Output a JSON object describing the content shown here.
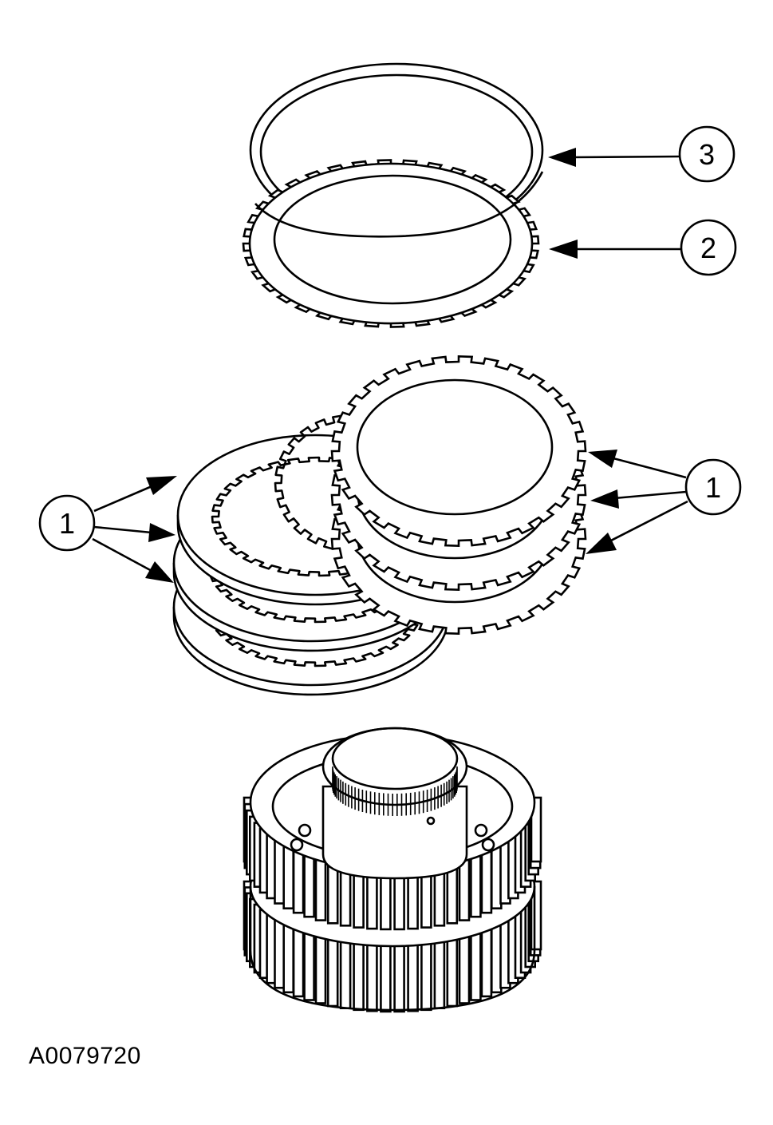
{
  "callouts": [
    {
      "label": "3"
    },
    {
      "label": "2"
    },
    {
      "label": "1"
    },
    {
      "label": "1"
    }
  ],
  "figure_id": "A0079720",
  "colors": {
    "line": "#000000",
    "background": "#ffffff"
  }
}
